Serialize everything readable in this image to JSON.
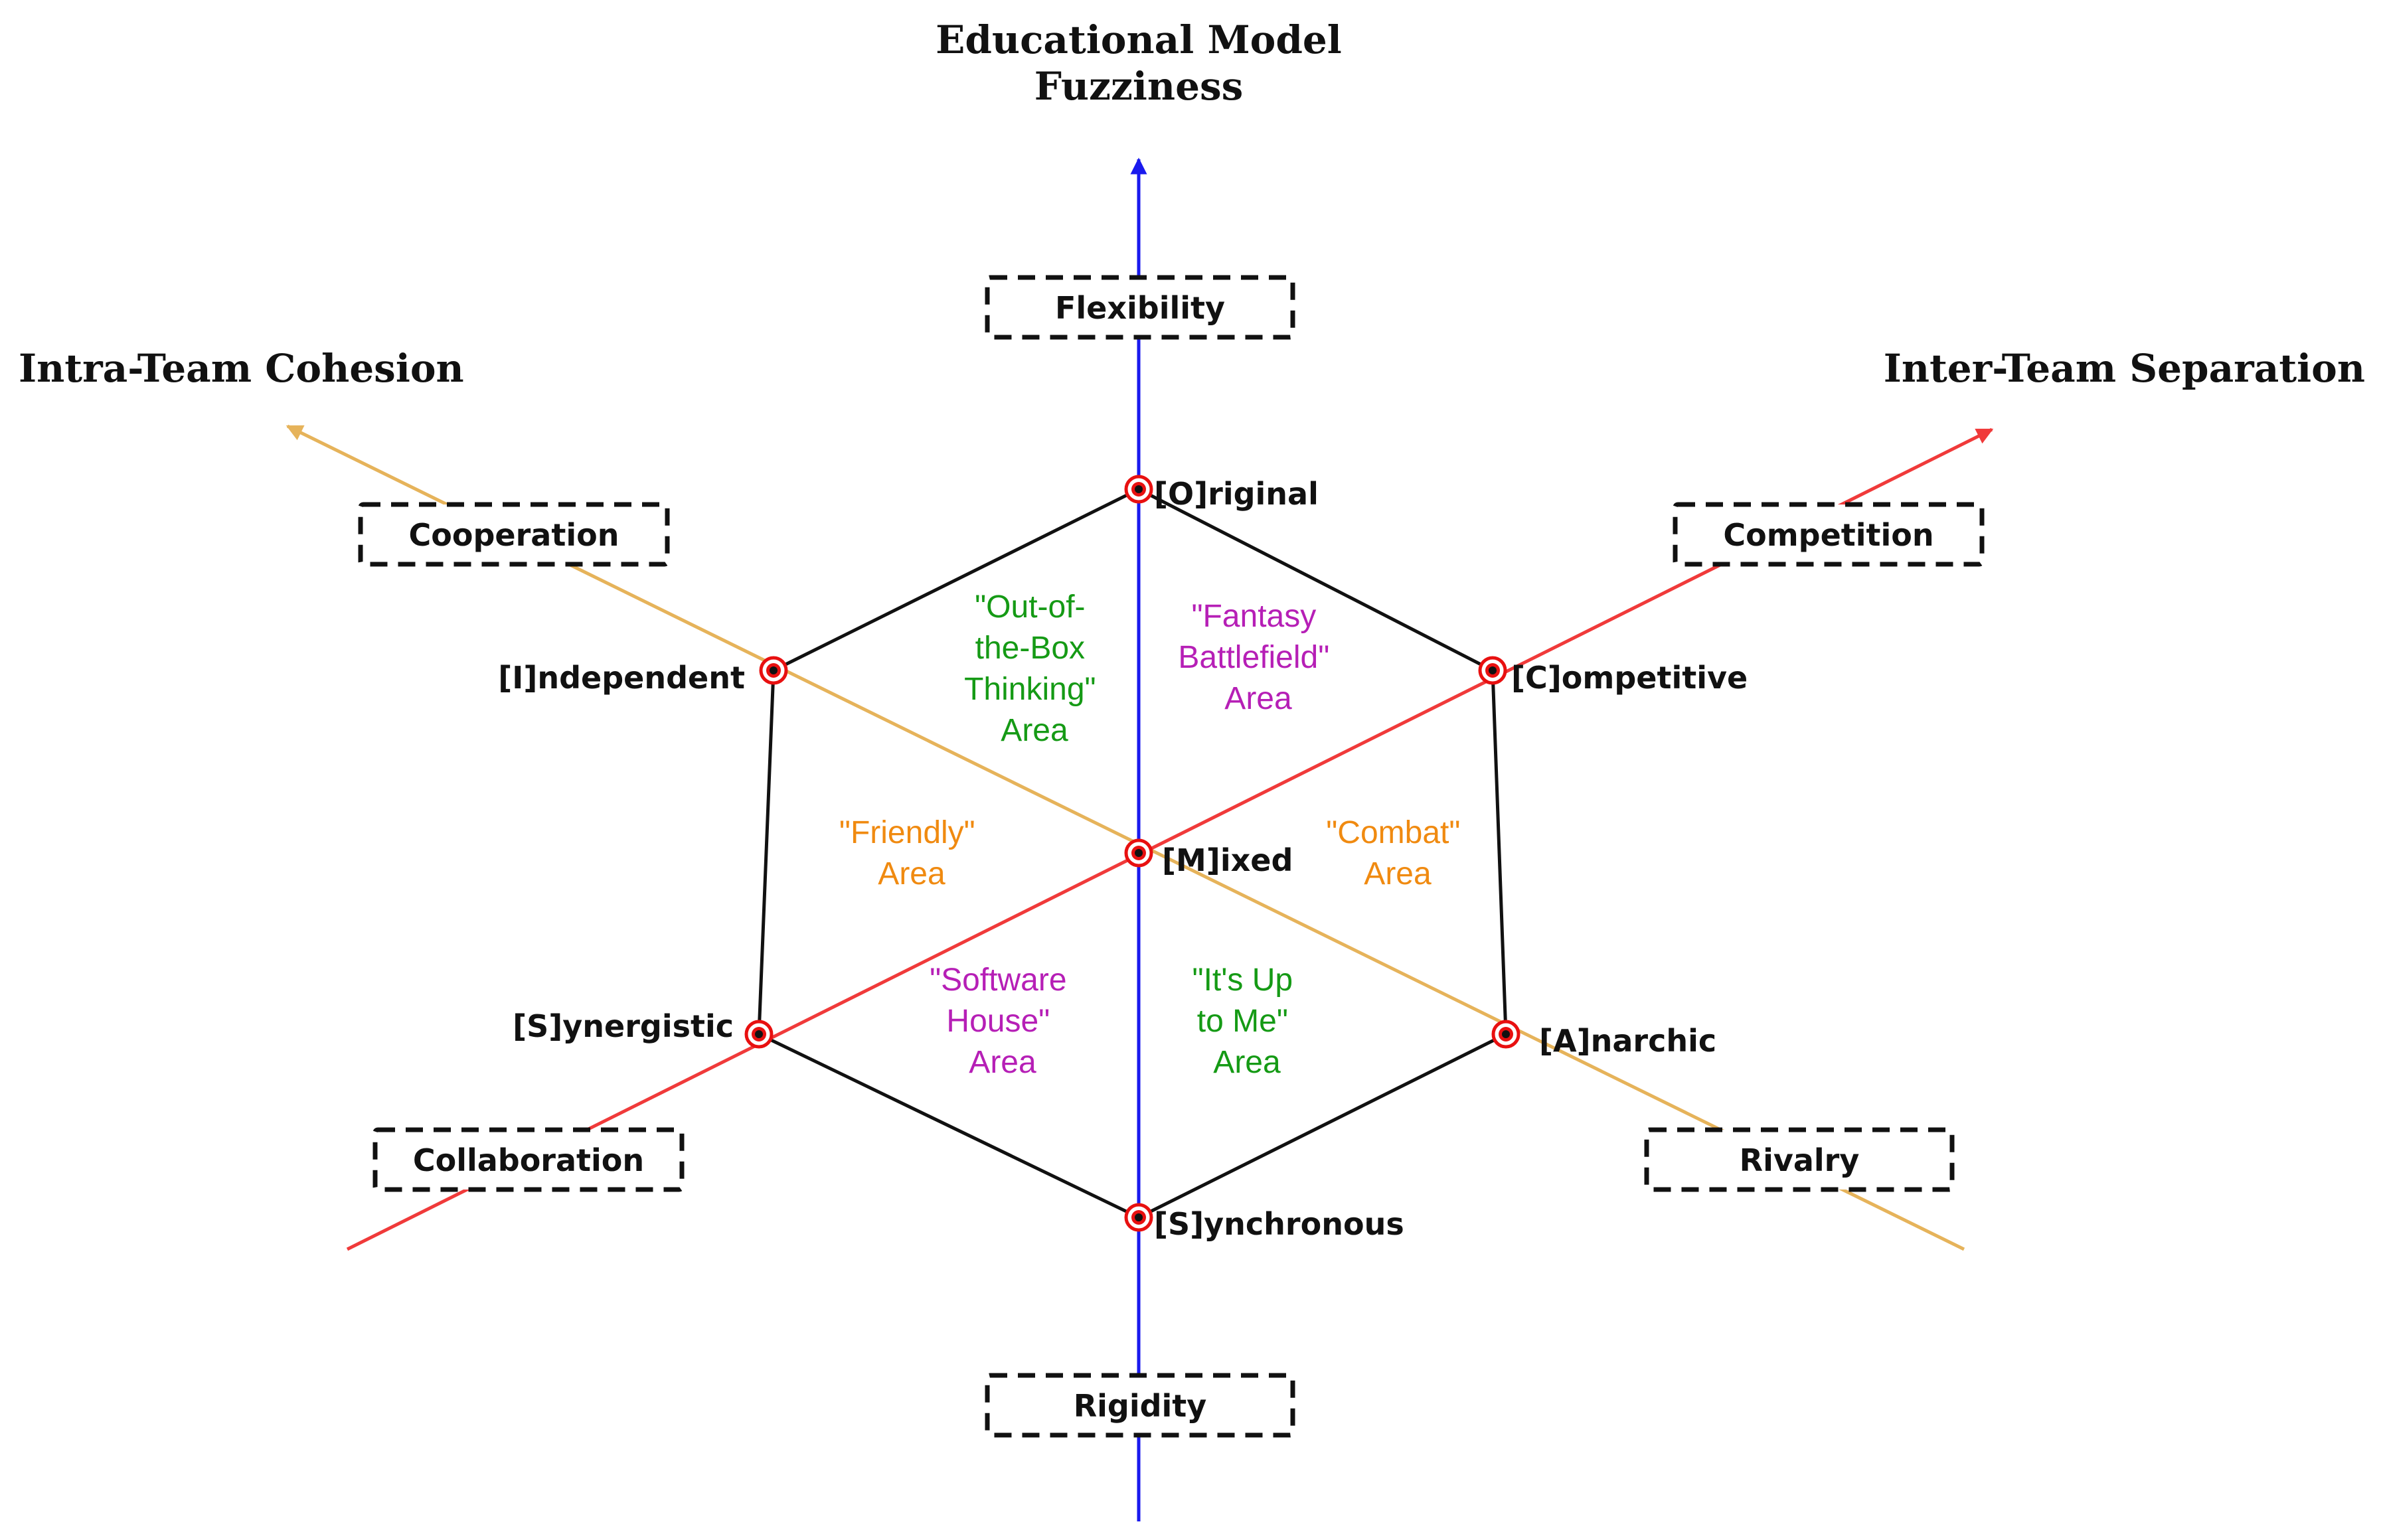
{
  "titles": {
    "vertical_line1": "Educational Model",
    "vertical_line2": "Fuzziness",
    "left": "Intra-Team Cohesion",
    "right": "Inter-Team Separation"
  },
  "boxes": {
    "flexibility": "Flexibility",
    "rigidity": "Rigidity",
    "cooperation": "Cooperation",
    "competition": "Competition",
    "collaboration": "Collaboration",
    "rivalry": "Rivalry"
  },
  "vertices": {
    "original": "[O]riginal",
    "independent": "[I]ndependent",
    "competitive": "[C]ompetitive",
    "mixed": "[M]ixed",
    "synergistic": "[S]ynergistic",
    "anarchic": "[A]narchic",
    "synchronous": "[S]ynchronous"
  },
  "areas": {
    "out_of_box": [
      "\"Out-of-",
      "the-Box",
      "Thinking\"",
      "Area"
    ],
    "fantasy": [
      "\"Fantasy",
      "Battlefield\"",
      "Area"
    ],
    "friendly": [
      "\"Friendly\"",
      "Area"
    ],
    "combat": [
      "\"Combat\"",
      "Area"
    ],
    "software_house": [
      "\"Software",
      "House\"",
      "Area"
    ],
    "up_to_me": [
      "\"It's Up",
      "to Me\"",
      "Area"
    ]
  },
  "colors": {
    "vertical_axis": "#1a1aee",
    "cohesion_axis": "#e6b35a",
    "separation_axis": "#f03a3a",
    "hexagon": "#111111",
    "vertex_marker": "#e81010",
    "green_area": "#159a15",
    "magenta_area": "#b61fb6",
    "orange_area": "#f08a10"
  }
}
